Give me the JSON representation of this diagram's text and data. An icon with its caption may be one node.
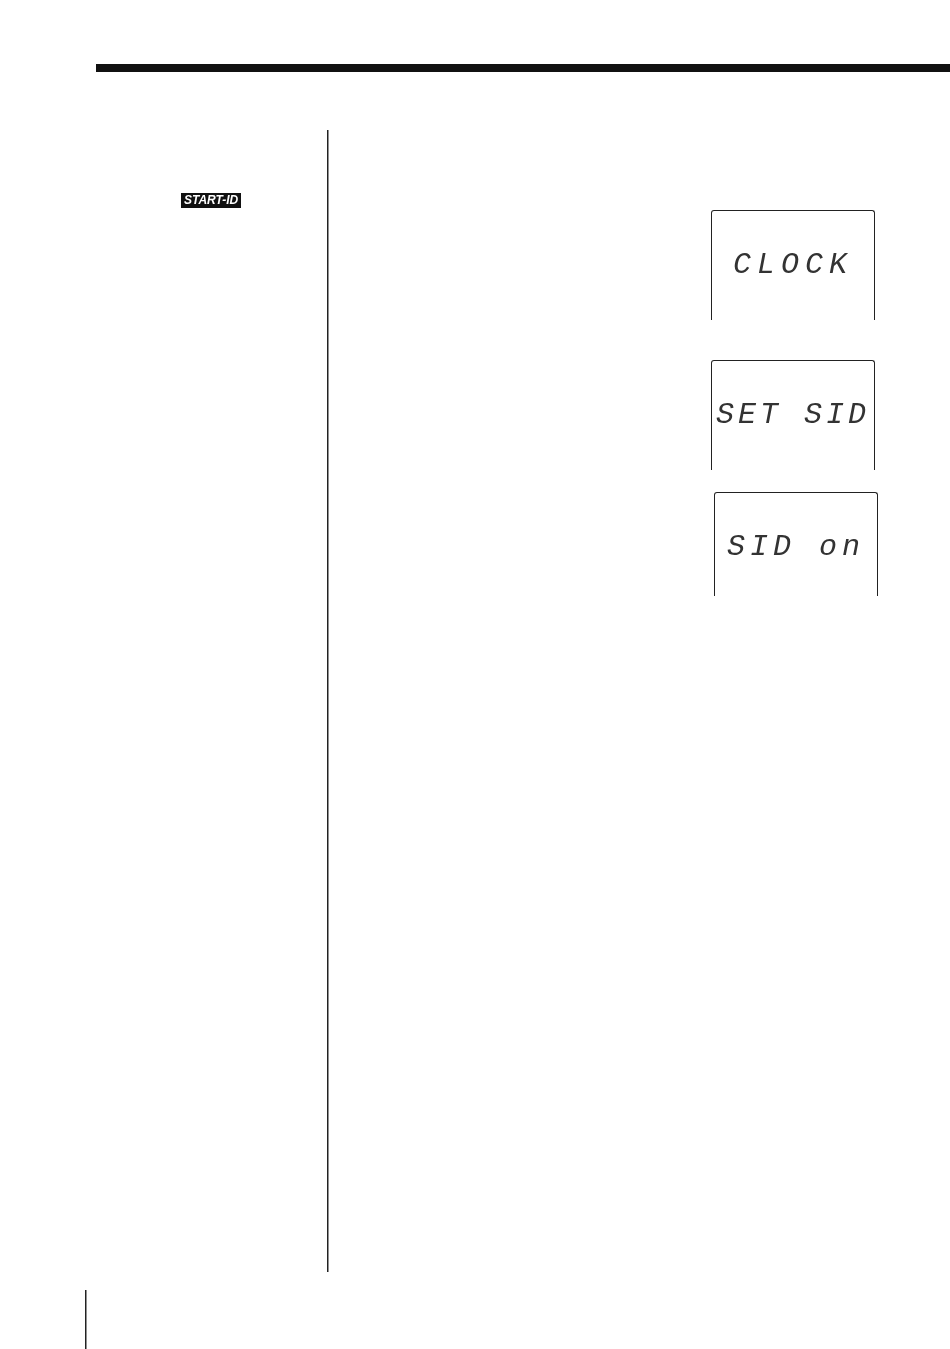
{
  "diagram": {
    "nodes": [
      {
        "text": [
          "CLOCK"
        ]
      },
      {
        "text": [
          "SET SID"
        ]
      },
      {
        "text": [
          "SID on"
        ]
      }
    ],
    "labels": [
      "START-ID"
    ]
  }
}
